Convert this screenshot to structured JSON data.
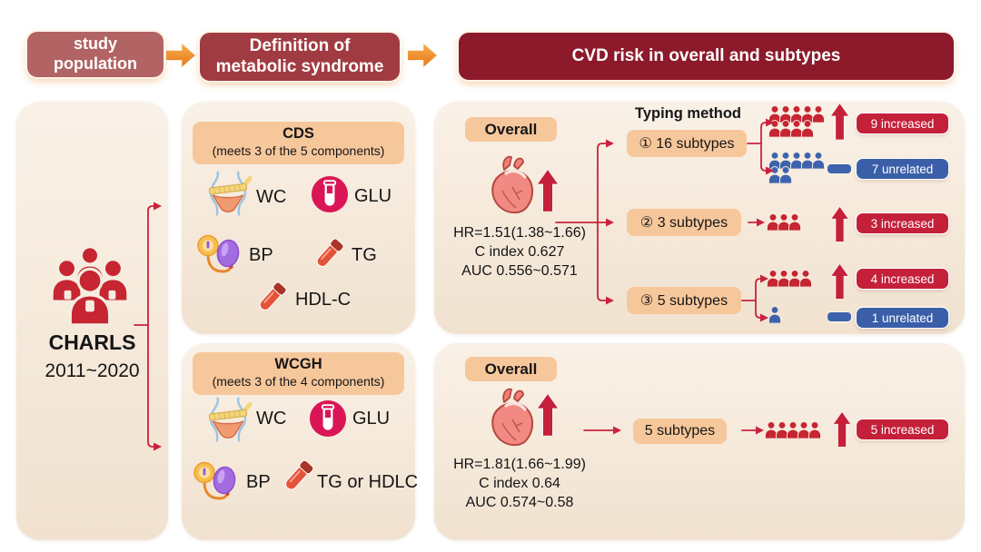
{
  "header": {
    "steps": [
      {
        "label": "study population"
      },
      {
        "label": "Definition of metabolic syndrome"
      },
      {
        "label": "CVD risk in overall and subtypes"
      }
    ]
  },
  "population": {
    "cohort": "CHARLS",
    "years": "2011~2020"
  },
  "definitions": {
    "cds": {
      "title": "CDS",
      "subtitle": "(meets 3 of the 5 components)",
      "components": [
        "WC",
        "GLU",
        "BP",
        "TG",
        "HDL-C"
      ]
    },
    "wcgh": {
      "title": "WCGH",
      "subtitle": "(meets 3 of the 4 components)",
      "components": [
        "WC",
        "GLU",
        "BP",
        "TG or HDLC"
      ]
    }
  },
  "cds_results": {
    "overall_label": "Overall",
    "hr": "HR=1.51(1.38~1.66)",
    "c_index": "C index 0.627",
    "auc": "AUC 0.556~0.571",
    "typing_label": "Typing method",
    "methods": [
      {
        "label": "① 16 subtypes",
        "outcomes": [
          {
            "label": "9 increased",
            "type": "increased",
            "figure_rows": [
              5,
              4
            ]
          },
          {
            "label": "7 unrelated",
            "type": "unrelated",
            "figure_rows": [
              5,
              2
            ]
          }
        ]
      },
      {
        "label": "② 3 subtypes",
        "outcomes": [
          {
            "label": "3 increased",
            "type": "increased",
            "figure_rows": [
              3
            ]
          }
        ]
      },
      {
        "label": "③ 5 subtypes",
        "outcomes": [
          {
            "label": "4 increased",
            "type": "increased",
            "figure_rows": [
              4
            ]
          },
          {
            "label": "1 unrelated",
            "type": "unrelated",
            "figure_rows": [
              1
            ]
          }
        ]
      }
    ]
  },
  "wcgh_results": {
    "overall_label": "Overall",
    "hr": "HR=1.81(1.66~1.99)",
    "c_index": "C index 0.64",
    "auc": "AUC 0.574~0.58",
    "subtypes_label": "5 subtypes",
    "outcome": {
      "label": "5 increased",
      "type": "increased",
      "figure_rows": [
        5
      ]
    }
  },
  "icons": {
    "population": "people-group",
    "wc": "waist-measuring-tape",
    "glu": "glucose-tube-circle",
    "bp": "blood-pressure-bulb",
    "tg": "test-tube",
    "hdl": "test-tube",
    "overall": "anatomical-heart",
    "increased": "up-arrow",
    "unrelated": "dash"
  },
  "colors": {
    "maroon_dark": "#8C1A2B",
    "maroon_mid": "#A13B42",
    "rose": "#B26363",
    "orange_arrow": "#E8882A",
    "panel_bg": "#F7EDE1",
    "peach_box": "#F7C79C",
    "red_accent": "#C4203A",
    "blue_accent": "#3A5FA8"
  }
}
